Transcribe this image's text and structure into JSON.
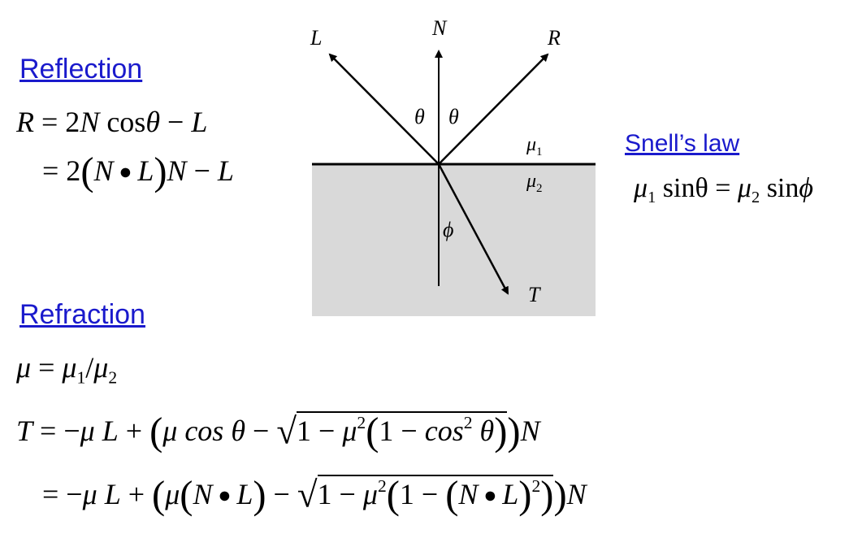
{
  "reflection": {
    "heading": "Reflection",
    "eq1": {
      "R": "R",
      "eqsign": " = 2",
      "N": "N",
      "cos": " cos",
      "theta": "θ",
      "minus": " − ",
      "L": "L"
    },
    "eq2": {
      "eqsign": "= 2",
      "lp": "(",
      "N": "N",
      "dot": " ● ",
      "L": "L",
      "rp": ")",
      "N2": "N",
      "minus": " − ",
      "L2": "L"
    }
  },
  "snell": {
    "heading": "Snell’s law",
    "mu": "μ",
    "one": "1",
    "sin1": " sinθ = ",
    "mu2": "μ",
    "two": "2",
    "sin2": " sin",
    "phi": "ϕ"
  },
  "refraction": {
    "heading": "Refraction",
    "mu_def": {
      "mu": "μ",
      "eq": " = ",
      "mu1": "μ",
      "one": "1",
      "slash": "/",
      "mu2": "μ",
      "two": "2"
    },
    "t_line1": {
      "T": "T",
      "eq": " = −",
      "mu": "μ",
      "L": " L",
      "plus": " + ",
      "lp": "(",
      "mu_b": "μ",
      "cos": " cos",
      "theta": " θ",
      "minus": " − ",
      "sqrt": "√",
      "rad_1": "1 − ",
      "rad_mu": "μ",
      "rad_sq": "2",
      "ilp": "(",
      "rad_2": "1 − ",
      "rad_cos": "cos",
      "rad_sq2": "2",
      "rad_theta": " θ",
      "irp": ")",
      "rp": ")",
      "N": "N"
    },
    "t_line2": {
      "eq": "= −",
      "mu": "μ",
      "L": " L",
      "plus": " + ",
      "lp": "(",
      "mu_b": "μ",
      "ilp": "(",
      "N": "N",
      "dot": " ● ",
      "L2": "L",
      "irp": ")",
      "minus": " − ",
      "sqrt": "√",
      "rad_1": "1 − ",
      "rad_mu": "μ",
      "rad_sq": "2",
      "rlp": "(",
      "rad_2": "1 − ",
      "nlp": "(",
      "rad_N": "N",
      "rad_dot": " ● ",
      "rad_L": "L",
      "nrp": ")",
      "rad_sq2": "2",
      "rrp": ")",
      "rp": ")",
      "N2": "N"
    }
  },
  "diagram": {
    "L": "L",
    "N": "N",
    "R": "R",
    "T": "T",
    "theta_left": "θ",
    "theta_right": "θ",
    "mu1": "μ",
    "mu1_sub": "1",
    "mu2": "μ",
    "mu2_sub": "2",
    "phi": "ϕ",
    "colors": {
      "medium": "#d9d9d9",
      "line": "#000000",
      "heading": "#1a1acc"
    }
  }
}
